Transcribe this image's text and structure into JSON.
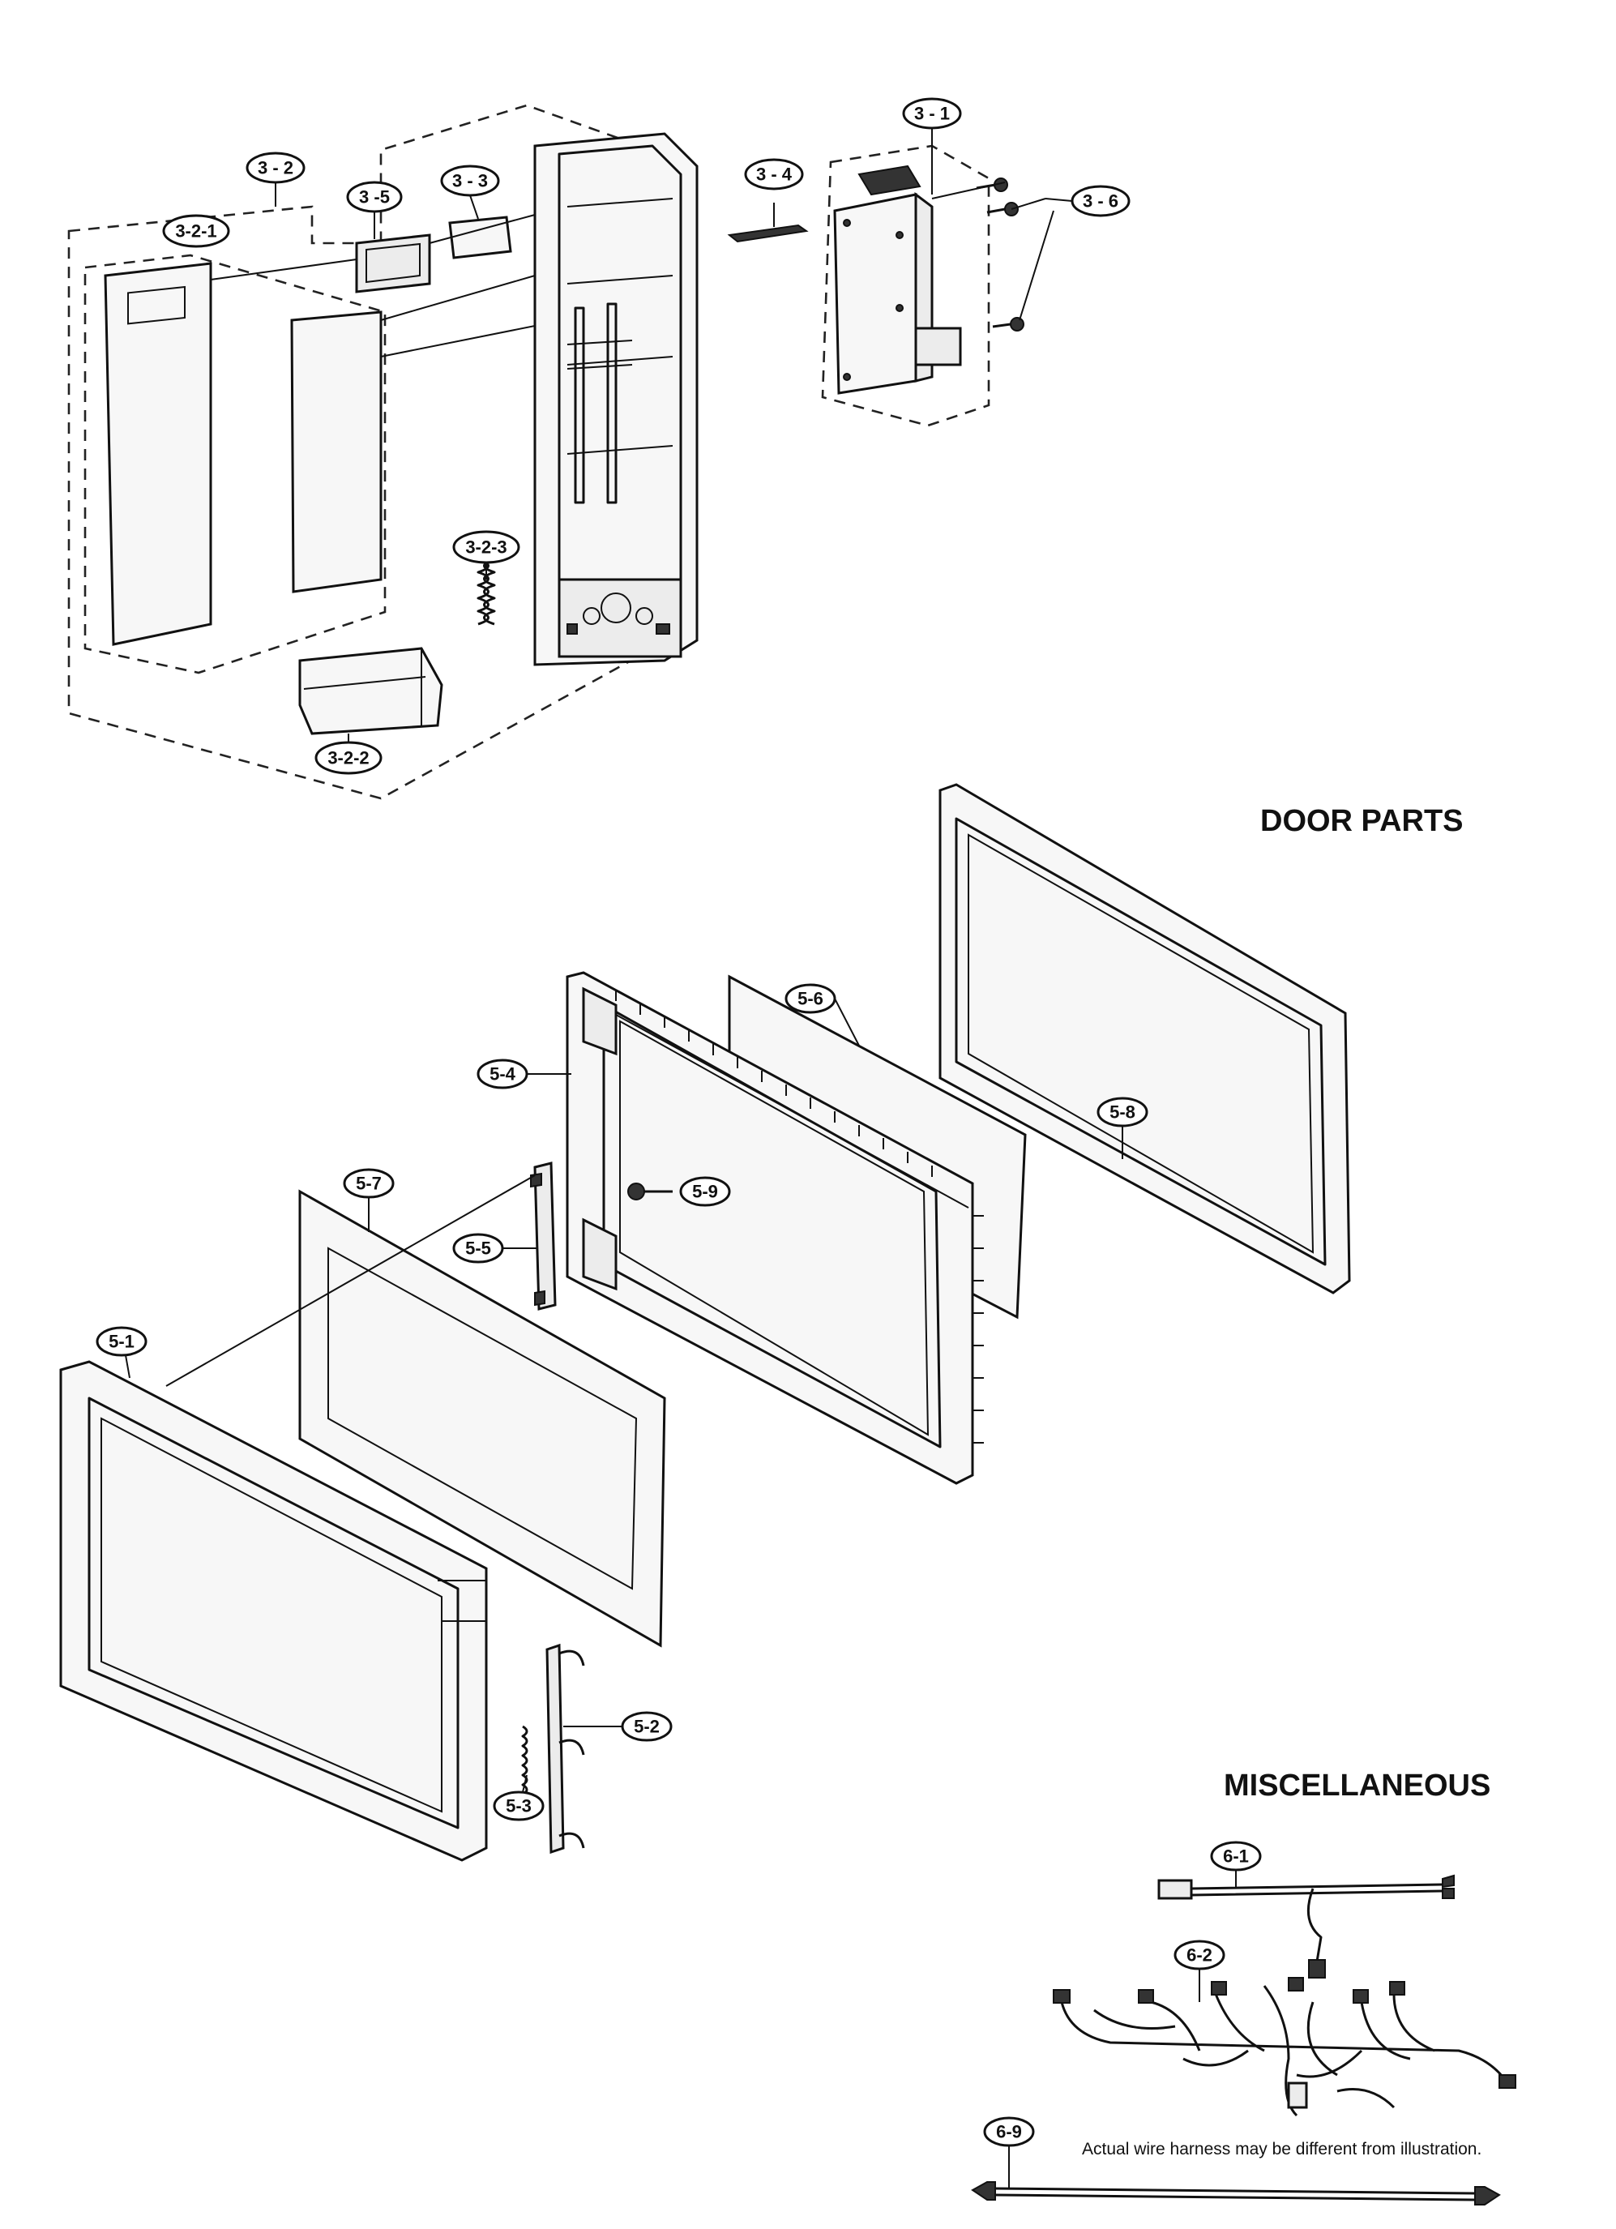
{
  "sections": {
    "door_parts": "DOOR PARTS",
    "miscellaneous": "MISCELLANEOUS"
  },
  "note": "Actual wire harness may be different from illustration.",
  "callouts": {
    "c3_1": "3 - 1",
    "c3_2": "3 - 2",
    "c3_2_1": "3-2-1",
    "c3_2_2": "3-2-2",
    "c3_2_3": "3-2-3",
    "c3_3": "3 - 3",
    "c3_4": "3 - 4",
    "c3_5": "3 -5",
    "c3_6": "3 - 6",
    "c5_1": "5-1",
    "c5_2": "5-2",
    "c5_3": "5-3",
    "c5_4": "5-4",
    "c5_5": "5-5",
    "c5_6": "5-6",
    "c5_7": "5-7",
    "c5_8": "5-8",
    "c5_9": "5-9",
    "c6_1": "6-1",
    "c6_2": "6-2",
    "c6_9": "6-9"
  }
}
